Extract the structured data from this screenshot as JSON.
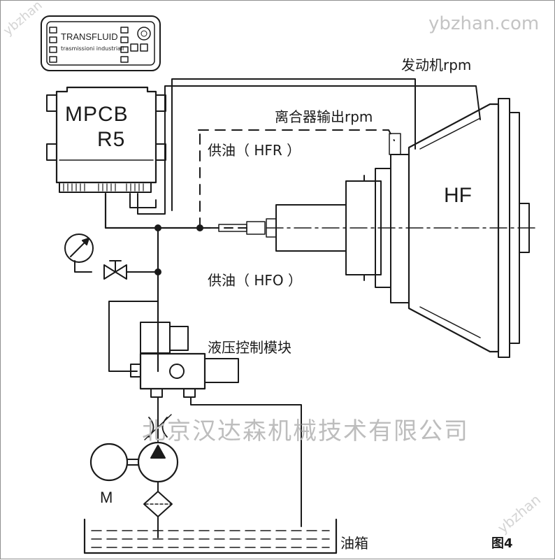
{
  "watermark_top": "ybzhan.com",
  "watermark_left": "ybzhan",
  "watermark_right": "ybzhan",
  "watermark_company": "北京汉达森机械技术有限公司",
  "panel": {
    "brand": "TRANSFLUID",
    "subtitle": "trasmissioni industriali"
  },
  "controller": {
    "line1": "MPCB",
    "line2": "R5"
  },
  "labels": {
    "engine_rpm": "发动机rpm",
    "clutch_rpm": "离合器输出rpm",
    "supply_hfr": "供油（ HFR ）",
    "supply_hfo": "供油（ HFO ）",
    "hf": "HF",
    "hydraulic_module": "液压控制模块",
    "motor": "M",
    "tank": "油箱",
    "figure": "图4"
  }
}
